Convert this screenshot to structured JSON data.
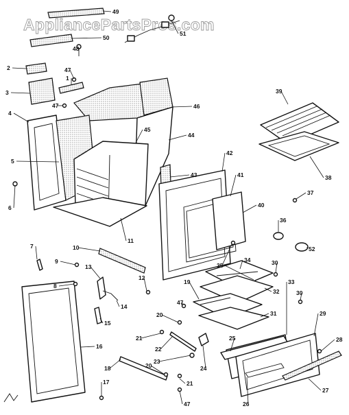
{
  "watermark": "AppliancePartsPros.com",
  "callouts": [
    {
      "id": "49",
      "label": "49"
    },
    {
      "id": "50",
      "label": "50"
    },
    {
      "id": "48",
      "label": "48"
    },
    {
      "id": "51",
      "label": "51"
    },
    {
      "id": "2",
      "label": "2"
    },
    {
      "id": "1",
      "label": "1"
    },
    {
      "id": "47a",
      "label": "47"
    },
    {
      "id": "3",
      "label": "3"
    },
    {
      "id": "47b",
      "label": "47"
    },
    {
      "id": "46",
      "label": "46"
    },
    {
      "id": "39",
      "label": "39"
    },
    {
      "id": "4",
      "label": "4"
    },
    {
      "id": "45",
      "label": "45"
    },
    {
      "id": "44",
      "label": "44"
    },
    {
      "id": "5",
      "label": "5"
    },
    {
      "id": "42",
      "label": "42"
    },
    {
      "id": "43",
      "label": "43"
    },
    {
      "id": "38",
      "label": "38"
    },
    {
      "id": "41",
      "label": "41"
    },
    {
      "id": "6",
      "label": "6"
    },
    {
      "id": "37",
      "label": "37"
    },
    {
      "id": "40",
      "label": "40"
    },
    {
      "id": "11",
      "label": "11"
    },
    {
      "id": "36",
      "label": "36"
    },
    {
      "id": "7",
      "label": "7"
    },
    {
      "id": "10",
      "label": "10"
    },
    {
      "id": "52",
      "label": "52"
    },
    {
      "id": "35",
      "label": "35"
    },
    {
      "id": "9",
      "label": "9"
    },
    {
      "id": "34",
      "label": "34"
    },
    {
      "id": "30a",
      "label": "30"
    },
    {
      "id": "13",
      "label": "13"
    },
    {
      "id": "12",
      "label": "12"
    },
    {
      "id": "8",
      "label": "8"
    },
    {
      "id": "33",
      "label": "33"
    },
    {
      "id": "19",
      "label": "19"
    },
    {
      "id": "32",
      "label": "32"
    },
    {
      "id": "30b",
      "label": "30"
    },
    {
      "id": "14",
      "label": "14"
    },
    {
      "id": "47c",
      "label": "47"
    },
    {
      "id": "20a",
      "label": "20"
    },
    {
      "id": "31",
      "label": "31"
    },
    {
      "id": "15",
      "label": "15"
    },
    {
      "id": "29",
      "label": "29"
    },
    {
      "id": "21a",
      "label": "21"
    },
    {
      "id": "25",
      "label": "25"
    },
    {
      "id": "22",
      "label": "22"
    },
    {
      "id": "28",
      "label": "28"
    },
    {
      "id": "16",
      "label": "16"
    },
    {
      "id": "23",
      "label": "23"
    },
    {
      "id": "24",
      "label": "24"
    },
    {
      "id": "18",
      "label": "18"
    },
    {
      "id": "20b",
      "label": "20"
    },
    {
      "id": "26",
      "label": "26"
    },
    {
      "id": "21b",
      "label": "21"
    },
    {
      "id": "17",
      "label": "17"
    },
    {
      "id": "27",
      "label": "27"
    },
    {
      "id": "47d",
      "label": "47"
    }
  ]
}
